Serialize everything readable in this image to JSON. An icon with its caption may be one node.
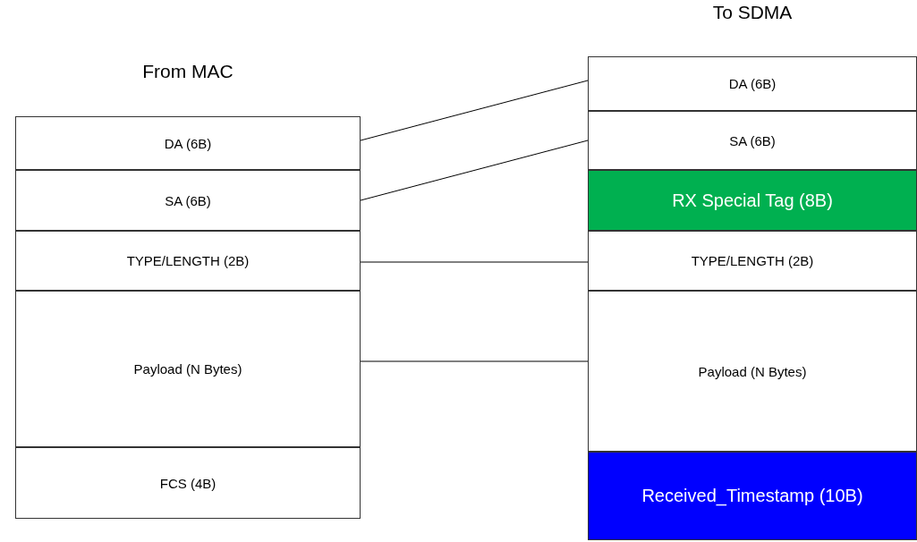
{
  "diagram": {
    "nodes": [
      {
        "text": [
          "From MAC"
        ]
      },
      {
        "text": [
          "DA (6B)"
        ],
        "in": 0
      },
      {
        "text": [
          "SA (6B)"
        ],
        "in": 0
      },
      {
        "text": [
          "TYPE/LENGTH (2B)"
        ],
        "in": 0
      },
      {
        "text": [
          "Payload (N Bytes)"
        ],
        "in": 0
      },
      {
        "text": [
          "FCS (4B)"
        ],
        "in": 0
      },
      {
        "text": [
          "To SDMA"
        ]
      },
      {
        "text": [
          "DA (6B)"
        ],
        "in": 6
      },
      {
        "text": [
          "SA (6B)"
        ],
        "in": 6
      },
      {
        "text": [
          "RX Special Tag (8B)"
        ],
        "in": 6
      },
      {
        "text": [
          "TYPE/LENGTH (2B)"
        ],
        "in": 6
      },
      {
        "text": [
          "Payload (N Bytes)"
        ],
        "in": 6
      },
      {
        "text": [
          "Received_Timestamp (10B)"
        ],
        "in": 6
      }
    ],
    "edges": [
      {
        "from": 1,
        "to": 7,
        "arrow": "none"
      },
      {
        "from": 2,
        "to": 8,
        "arrow": "none"
      },
      {
        "from": 3,
        "to": 10,
        "arrow": "none"
      },
      {
        "from": 4,
        "to": 11,
        "arrow": "none"
      }
    ]
  }
}
